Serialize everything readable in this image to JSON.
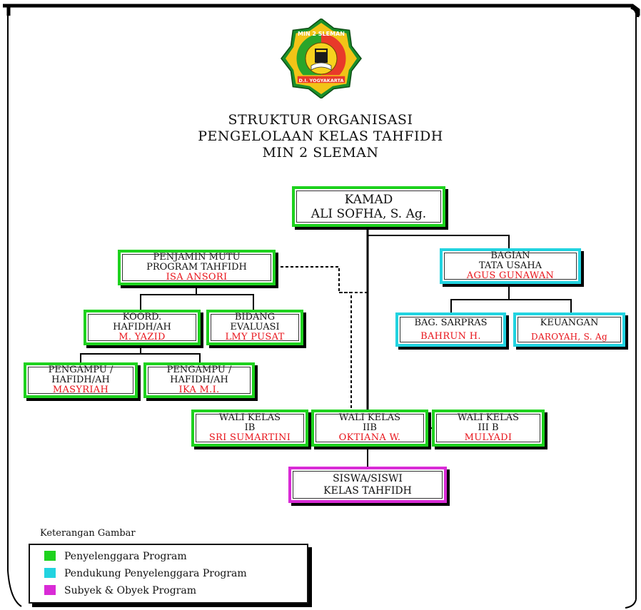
{
  "logo": {
    "top_text": "MIN 2 SLEMAN",
    "ribbon_text": "D.I. YOGYAKARTA",
    "colors": {
      "star": "#1a8f2a",
      "rim": "#f2c417",
      "inner_left": "#2aa52a",
      "inner_right": "#e83a2a"
    }
  },
  "title_lines": [
    "STRUKTUR  ORGANISASI",
    "PENGELOLAAN KELAS TAHFIDH",
    "MIN 2 SLEMAN"
  ],
  "nodes": {
    "kamad": {
      "lines": [
        "KAMAD",
        "ALI SOFHA, S. Ag."
      ],
      "name": ""
    },
    "penjamin": {
      "lines": [
        "PENJAMIN MUTU",
        "PROGRAM TAHFIDH"
      ],
      "name": "ISA ANSORI"
    },
    "tu": {
      "lines": [
        "BAGIAN",
        "TATA USAHA"
      ],
      "name": "AGUS GUNAWAN"
    },
    "koord": {
      "lines": [
        "KOORD.",
        "HAFIDH/AH"
      ],
      "name": "M. YAZID"
    },
    "bidang": {
      "lines": [
        "BIDANG",
        "EVALUASI"
      ],
      "name": "LMY PUSAT"
    },
    "sarpras": {
      "lines": [
        "BAG. SARPRAS"
      ],
      "name": "BAHRUN H."
    },
    "keuangan": {
      "lines": [
        "KEUANGAN"
      ],
      "name": "DAROYAH, S. Ag"
    },
    "pengampu1": {
      "lines": [
        "PENGAMPU /",
        "HAFIDH/AH"
      ],
      "name": "MASYRIAH"
    },
    "pengampu2": {
      "lines": [
        "PENGAMPU /",
        "HAFIDH/AH"
      ],
      "name": "IKA M.I."
    },
    "wali1": {
      "lines": [
        "WALI KELAS",
        "IB"
      ],
      "name": "SRI SUMARTINI"
    },
    "wali2": {
      "lines": [
        "WALI KELAS",
        "IIB"
      ],
      "name": "OKTIANA W."
    },
    "wali3": {
      "lines": [
        "WALI KELAS",
        "III B"
      ],
      "name": "MULYADI"
    },
    "siswa": {
      "lines": [
        "SISWA/SISWI",
        "KELAS TAHFIDH"
      ],
      "name": ""
    }
  },
  "legend": {
    "title": "Keterangan Gambar",
    "items": [
      {
        "label": "Penyelenggara Program",
        "color": "#1ed21e"
      },
      {
        "label": "Pendukung Penyelenggara Program",
        "color": "#22d3e0"
      },
      {
        "label": "Subyek & Obyek Program",
        "color": "#d92bd6"
      }
    ]
  }
}
